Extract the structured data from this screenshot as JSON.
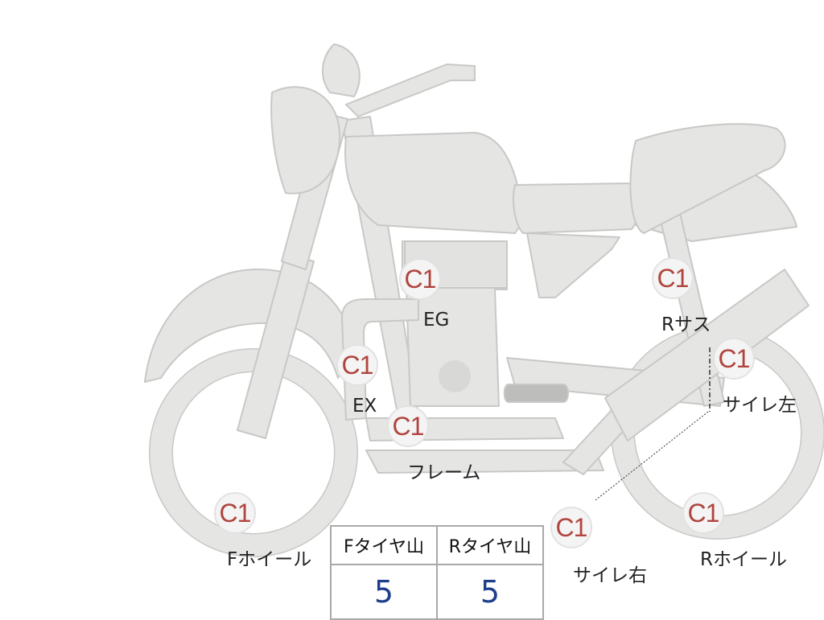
{
  "diagram": {
    "colors": {
      "body_fill": "#e5e5e3",
      "outline": "#c8c8c6",
      "marker_text": "#b0453f",
      "value_text": "#1f3f8a",
      "table_border": "#a9a9a9"
    },
    "icons": [
      "motorcycle-outline"
    ],
    "markers": [
      {
        "code": "C1",
        "label": "EG"
      },
      {
        "code": "C1",
        "label": "EX"
      },
      {
        "code": "C1",
        "label": "フレーム"
      },
      {
        "code": "C1",
        "label": "Rサス"
      },
      {
        "code": "C1",
        "label": "サイレ左"
      },
      {
        "code": "C1",
        "label": "サイレ右"
      },
      {
        "code": "C1",
        "label": "Fホイール"
      },
      {
        "code": "C1",
        "label": "Rホイール"
      }
    ]
  },
  "tire_table": {
    "headers": [
      "Fタイヤ山",
      "Rタイヤ山"
    ],
    "values": [
      "5",
      "5"
    ]
  }
}
